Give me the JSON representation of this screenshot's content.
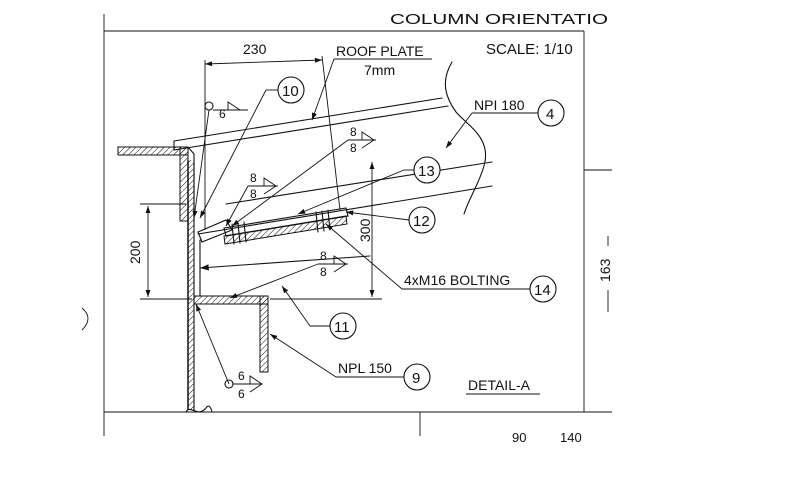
{
  "header": {
    "title_partial": "COLUMN ORIENTATIO",
    "scale": "SCALE: 1/10"
  },
  "dimensions": {
    "width_230": "230",
    "height_200": "200",
    "height_300": "300",
    "side_163": "163"
  },
  "labels": {
    "roof_plate": "ROOF PLATE",
    "roof_plate_thk": "7mm",
    "npi": "NPI 180",
    "bolting": "4xM16 BOLTING",
    "npl": "NPL 150",
    "detail": "DETAIL-A"
  },
  "welds": {
    "w_top": "6",
    "w_upper_num": "8",
    "w_upper_den": "8",
    "w_mid_num": "8",
    "w_mid_den": "8",
    "w_low_num": "8",
    "w_low_den": "8",
    "w_bot_num": "6",
    "w_bot_den": "6"
  },
  "balloons": {
    "b4": "4",
    "b9": "9",
    "b10": "10",
    "b11": "11",
    "b12": "12",
    "b13": "13",
    "b14": "14"
  },
  "bottom_partial": {
    "left": "90",
    "right": "140"
  }
}
